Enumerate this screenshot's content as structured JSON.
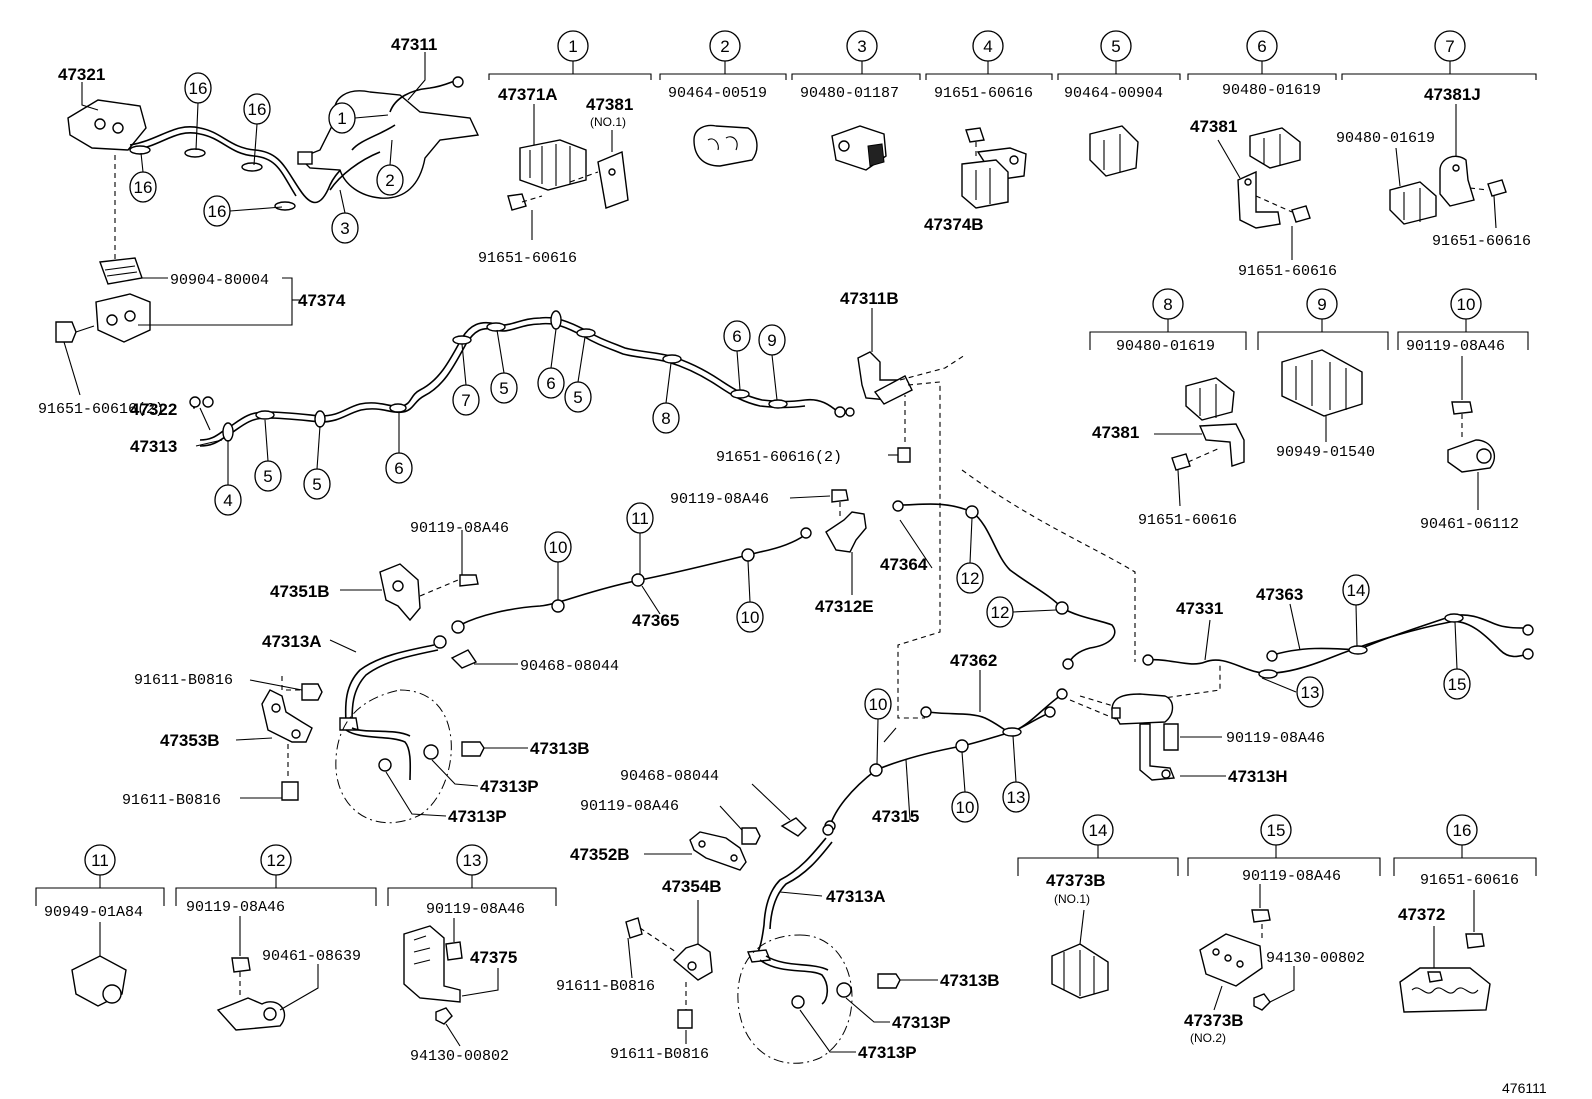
{
  "labels": {
    "p47321": "47321",
    "p47311": "47311",
    "p90904_80004": "90904-80004",
    "p47374": "47374",
    "p91651_2a": "91651-60616(2)",
    "p47322": "47322",
    "p47313": "47313",
    "p47311B": "47311B",
    "p91651_2b": "91651-60616(2)",
    "p90119_a": "90119-08A46",
    "p47351B": "47351B",
    "p47313A_1": "47313A",
    "p91611_a": "91611-B0816",
    "p47353B": "47353B",
    "p91611_b": "91611-B0816",
    "p47313B_1": "47313B",
    "p47313P_1": "47313P",
    "p47313P_2": "47313P",
    "p90468_a": "90468-08044",
    "p47365": "47365",
    "p90119_b": "90119-08A46",
    "p47312E": "47312E",
    "p47364": "47364",
    "p47331": "47331",
    "p47363": "47363",
    "p47362": "47362",
    "p90119_c": "90119-08A46",
    "p47313H": "47313H",
    "p47315": "47315",
    "p90468_b": "90468-08044",
    "p90119_d": "90119-08A46",
    "p47352B": "47352B",
    "p47354B": "47354B",
    "p47313A_2": "47313A",
    "p91611_c": "91611-B0816",
    "p91611_d": "91611-B0816",
    "p47313B_2": "47313B",
    "p47313P_3": "47313P",
    "p47313P_4": "47313P",
    "figure_code": "476111"
  },
  "groups": [
    {
      "num": "1",
      "parts": [
        "47371A",
        "47381",
        "91651-60616"
      ],
      "note": "(NO.1)"
    },
    {
      "num": "2",
      "parts": [
        "90464-00519"
      ]
    },
    {
      "num": "3",
      "parts": [
        "90480-01187"
      ]
    },
    {
      "num": "4",
      "parts": [
        "91651-60616",
        "47374B"
      ]
    },
    {
      "num": "5",
      "parts": [
        "90464-00904"
      ]
    },
    {
      "num": "6",
      "parts": [
        "90480-01619",
        "47381",
        "91651-60616"
      ]
    },
    {
      "num": "7",
      "parts": [
        "47381J",
        "90480-01619",
        "91651-60616"
      ]
    },
    {
      "num": "8",
      "parts": [
        "90480-01619",
        "47381",
        "91651-60616"
      ]
    },
    {
      "num": "9",
      "parts": [
        "90949-01540"
      ]
    },
    {
      "num": "10",
      "parts": [
        "90119-08A46",
        "90461-06112"
      ]
    },
    {
      "num": "11",
      "parts": [
        "90949-01A84"
      ]
    },
    {
      "num": "12",
      "parts": [
        "90119-08A46",
        "90461-08639"
      ]
    },
    {
      "num": "13",
      "parts": [
        "90119-08A46",
        "47375",
        "94130-00802"
      ]
    },
    {
      "num": "14",
      "parts": [
        "47373B"
      ],
      "note": "(NO.1)"
    },
    {
      "num": "15",
      "parts": [
        "90119-08A46",
        "94130-00802",
        "47373B"
      ],
      "note": "(NO.2)"
    },
    {
      "num": "16",
      "parts": [
        "91651-60616",
        "47372"
      ]
    }
  ],
  "callouts": {
    "c16a": "16",
    "c16b": "16",
    "c16c": "16",
    "c16d": "16",
    "c1": "1",
    "c2": "2",
    "c3": "3",
    "c7": "7",
    "c5a": "5",
    "c6a": "6",
    "c5b": "5",
    "c8": "8",
    "c6b": "6",
    "c9": "9",
    "c4": "4",
    "c5c": "5",
    "c5d": "5",
    "c6c": "6",
    "c10a": "10",
    "c11": "11",
    "c10b": "10",
    "c12a": "12",
    "c12b": "12",
    "c14": "14",
    "c15": "15",
    "c13a": "13",
    "c10c": "10",
    "c10d": "10",
    "c13b": "13"
  }
}
